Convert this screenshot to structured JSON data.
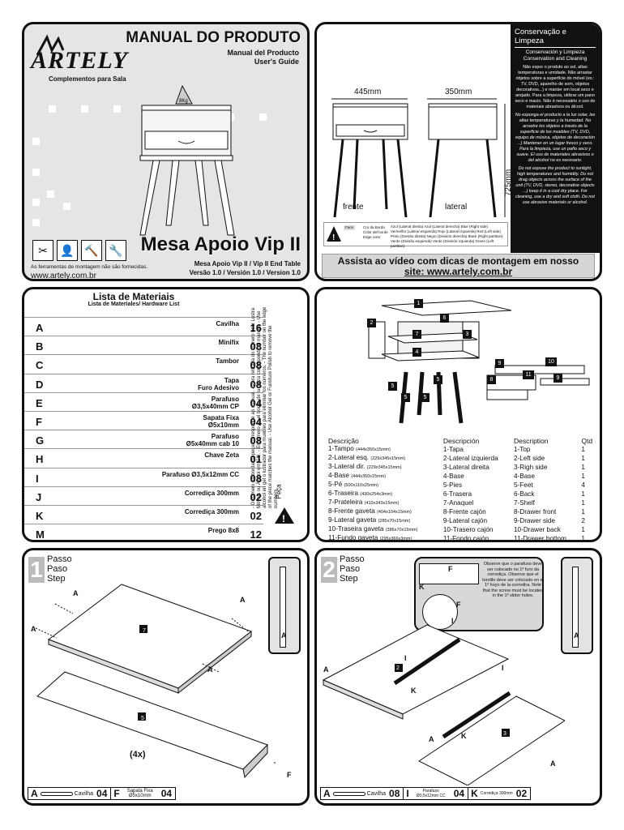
{
  "cover": {
    "brand": "ARTELY",
    "brand_sub": "Complementos para Sala",
    "title": "MANUAL DO PRODUTO",
    "subtitle_es": "Manual del Producto",
    "subtitle_en": "User's Guide",
    "weight_label": "8Kg",
    "product_name": "Mesa Apoio Vip II",
    "product_sub": "Mesa Apoio Vip II / Vip II End Table",
    "version": "Versão 1.0 / Versión 1.0 / Version 1.0",
    "tools_note": "As ferramentas de montagem não são fornecidas.",
    "website": "www.artely.com.br"
  },
  "dimensions": {
    "width": "445mm",
    "depth": "350mm",
    "height": "725mm",
    "front_label": "frente",
    "side_label": "lateral",
    "legend_lines": [
      "Azul (Lateral direita) Azul (Lateral derecha) Blue (Right side)",
      "Vermelho (Lateral esquerda) Rojo (Lateral izquierda) Red (Left side)",
      "Preto (Divisão direita) Negro (División derecha) Black (Right partition)",
      "Verde (Divisão esquerda) Verde (División izquierda) Green (Left partition)"
    ],
    "legend_tags": [
      "Cor da Borda",
      "Color del borde",
      "Edge color"
    ],
    "legend_face": "Face",
    "video_line1": "Assista ao vídeo com dicas de montagem em nosso",
    "video_line2": "site: www.artely.com.br"
  },
  "conservation": {
    "title": "Conservação e Limpeza",
    "sub1": "Conservación y Limpieza",
    "sub2": "Conservation and Cleaning",
    "pt": "Não expor o produto ao sol, altas temperaturas e umidade. Não arrastar objetos sobre a superfície do móvel (ex.: TV, DVD, aparelho de som, objetos decorativos...) e manter em local seco e arejado. Para a limpeza, utilizar um pano seco e macio. Não é necessário o uso de materiais abrasivos ou álcool.",
    "es": "No exponga el producto a la luz solar, las altas temperaturas y la humedad. No arrastre los objetos a través de la superficie de los muebles (TV, DVD, equipo de música, objetos de decoración ...) Mantener en un lugar fresco y seco. Para la limpieza, use un paño seco y suave. El uso de materiales abrasivos o del alcohol no es necesario.",
    "en": "Do not expose the product to sunlight, high temperatures and humidity. Do not drag objects across the surface of the unit (TV, DVD, stereo, decorative objects ...) keep it in a cool dry place. For cleaning, use a dry and soft cloth. Do not use abrasive materials or alcohol."
  },
  "materials": {
    "title": "Lista de Materiais",
    "subtitle": "Lista de Materiales/ Hardware List",
    "items": [
      {
        "code": "A",
        "name": "Cavilha",
        "qty": "16"
      },
      {
        "code": "B",
        "name": "Minifix",
        "qty": "08"
      },
      {
        "code": "C",
        "name": "Tambor",
        "qty": "08"
      },
      {
        "code": "D",
        "name": "Tapa\nFuro Adesivo",
        "qty": "08"
      },
      {
        "code": "E",
        "name": "Parafuso\nØ3,5x40mm CP",
        "qty": "04"
      },
      {
        "code": "F",
        "name": "Sapata Fixa\nØ5x10mm",
        "qty": "04"
      },
      {
        "code": "G",
        "name": "Parafuso\nØ5x40mm cab 10",
        "qty": "08"
      },
      {
        "code": "H",
        "name": "Chave Zeta",
        "qty": "01"
      },
      {
        "code": "I",
        "name": "Parafuso Ø3,5x12mm CC",
        "qty": "08"
      },
      {
        "code": "J",
        "name": "Corrediça 300mm",
        "qty": "02"
      },
      {
        "code": "K",
        "name": "Corrediça 300mm",
        "qty": "02"
      },
      {
        "code": "M",
        "name": "Prego 8x8",
        "qty": "12"
      }
    ],
    "side_note": "- O número na borda da peça corresponde ao manual. - Para retirada do número usar Lustra Móveis ou Álcool em Gel. - El número en el borde de la pieza corresponde al manual. - Use alcohol en gel o lustrador para muebles para eliminar los números. - The number on the edge of the piece matches the manual. - Use Alcohol Gel or Furniture Polish to remove the numbers.",
    "piece_label": "Peça"
  },
  "parts": {
    "headers": [
      "Descrição",
      "Descripción",
      "Description",
      "Qtd"
    ],
    "rows": [
      {
        "pt": "1-Tampo",
        "dim": "(444x350x15mm)",
        "es": "1-Tapa",
        "en": "1-Top",
        "qty": "1"
      },
      {
        "pt": "2-Lateral esq.",
        "dim": "(229x345x15mm)",
        "es": "2-Lateral izquierda",
        "en": "2-Left side",
        "qty": "1"
      },
      {
        "pt": "3-Lateral dir.",
        "dim": "(229x345x15mm)",
        "es": "3-Lateral direita",
        "en": "3-Righ side",
        "qty": "1"
      },
      {
        "pt": "4-Base",
        "dim": "(444x350x15mm)",
        "es": "4-Base",
        "en": "4-Base",
        "qty": "1"
      },
      {
        "pt": "5-Pé",
        "dim": "(500x110x25mm)",
        "es": "5-Pies",
        "en": "5-Feet",
        "qty": "4"
      },
      {
        "pt": "6-Traseira",
        "dim": "(430x254x3mm)",
        "es": "6-Trasera",
        "en": "6-Back",
        "qty": "1"
      },
      {
        "pt": "7-Prateleira",
        "dim": "(410x343x15mm)",
        "es": "7-Anaquel",
        "en": "7-Shelf",
        "qty": "1"
      },
      {
        "pt": "8-Frente gaveta",
        "dim": "(404x104x15mm)",
        "es": "8-Frente cajón",
        "en": "8-Drawer front",
        "qty": "1"
      },
      {
        "pt": "9-Lateral gaveta",
        "dim": "(285x70x15mm)",
        "es": "9-Lateral cajón",
        "en": "9-Drawer side",
        "qty": "2"
      },
      {
        "pt": "10-Traseira gaveta",
        "dim": "(386x70x15mm)",
        "es": "10-Trasero cajón",
        "en": "10-Drawer back",
        "qty": "1"
      },
      {
        "pt": "11-Fundo gaveta",
        "dim": "(295x366x3mm)",
        "es": "11-Fondo cajón",
        "en": "11-Drawer bottom",
        "qty": "1"
      }
    ],
    "labels": [
      "1",
      "2",
      "3",
      "4",
      "5",
      "5",
      "5",
      "5",
      "6",
      "7",
      "8",
      "9",
      "9",
      "10",
      "11"
    ]
  },
  "step1": {
    "num": "1",
    "lines": [
      "Passo",
      "Paso",
      "Step"
    ],
    "piece_top": "7",
    "piece_feet": "5",
    "multiplier": "(4x)",
    "letter_a": "A",
    "letter_f": "F",
    "footer": [
      {
        "code": "A",
        "name": "Cavilha",
        "qty": "04"
      },
      {
        "code": "F",
        "name": "Sapata Fixa Ø5x10mm",
        "qty": "04"
      }
    ]
  },
  "step2": {
    "num": "2",
    "lines": [
      "Passo",
      "Paso",
      "Step"
    ],
    "note": "Observe que o parafuso deve ser colocado no 1º furo da corrediça. Observe que el tornillo deve ser colocado en el 1º hoyo de la corredira. Note that the screw must be located in the 1º slider holes.",
    "piece_2": "2",
    "piece_3": "3",
    "letter_a": "A",
    "letter_i": "I",
    "letter_k": "K",
    "letter_f": "F",
    "footer": [
      {
        "code": "A",
        "name": "Cavilha",
        "qty": "08"
      },
      {
        "code": "I",
        "name": "Parafuso Ø3,5x12mm CC",
        "qty": "04"
      },
      {
        "code": "K",
        "name": "Corrediça 300mm",
        "qty": "02"
      }
    ]
  }
}
